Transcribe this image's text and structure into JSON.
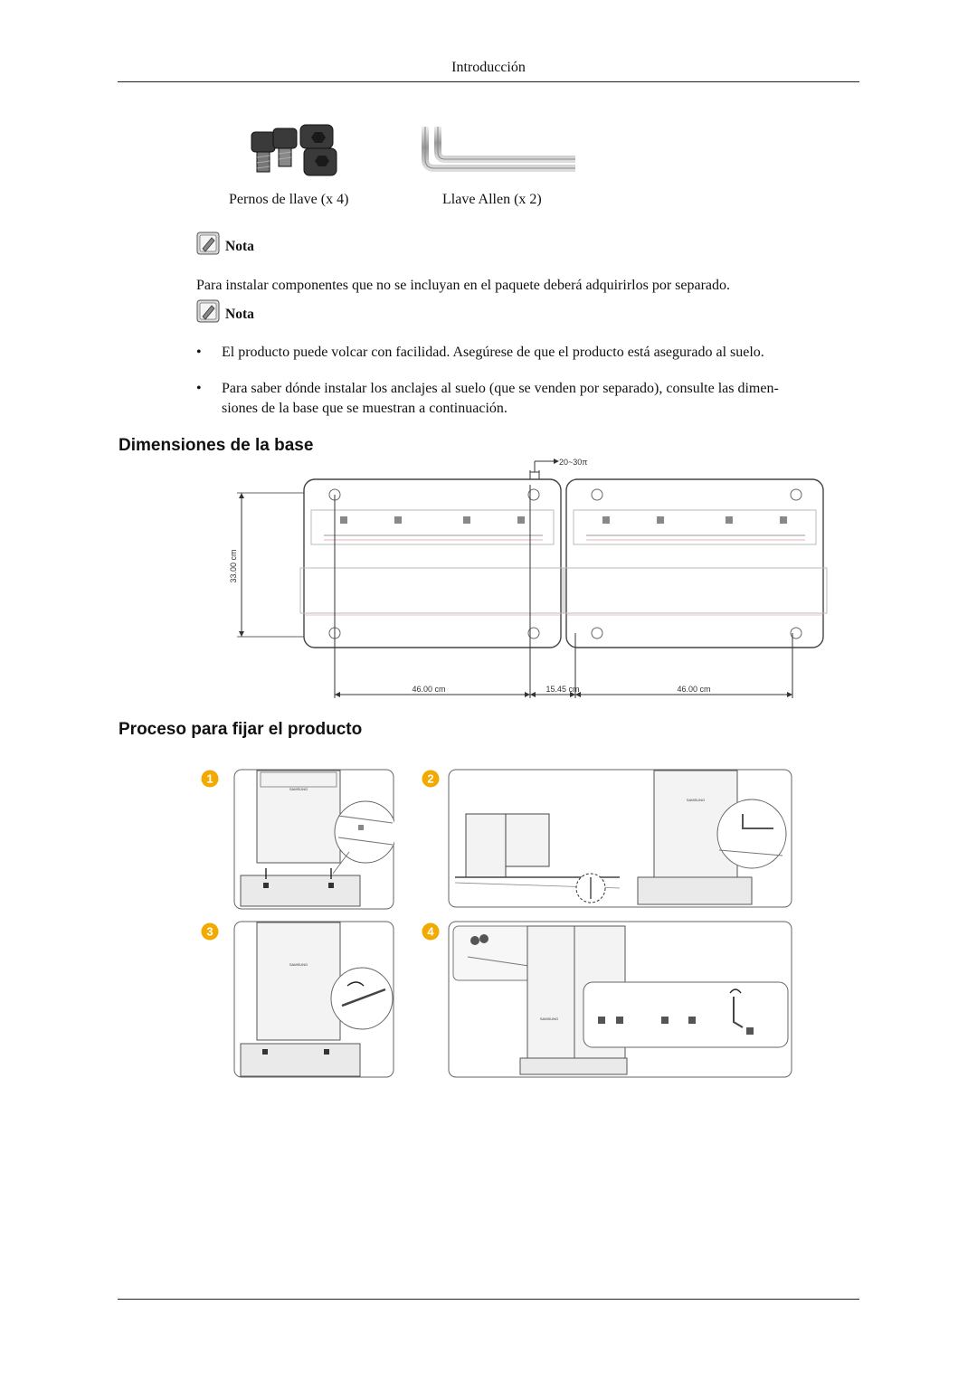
{
  "header": {
    "title": "Introducción"
  },
  "hardware": {
    "bolts_caption": "Pernos de llave (x 4)",
    "allen_caption": "Llave Allen (x 2)"
  },
  "note1": {
    "label": "Nota",
    "text": "Para instalar componentes que no se incluyan en el paquete deberá adquirirlos por separado."
  },
  "note2": {
    "label": "Nota",
    "bullets": [
      {
        "line1": "El producto puede volcar con facilidad. Asegúrese de que el producto está asegurado al suelo.",
        "line2": ""
      },
      {
        "line1": "Para saber dónde instalar los anclajes al suelo (que se venden por separado), consulte las dimen-",
        "line2": "siones de la base que se muestran a continuación."
      }
    ],
    "bullet_char": "•"
  },
  "sections": {
    "dimensions_title": "Dimensiones de la base",
    "process_title": "Proceso para fijar el producto"
  },
  "dimensions": {
    "depth": "33.00 cm",
    "gap": "20~30π",
    "width_left": "46.00 cm",
    "width_center": "15.45 cm",
    "width_right": "46.00 cm"
  },
  "steps": [
    {
      "number": "1",
      "brand": "SAMSUNG"
    },
    {
      "number": "2",
      "brand": "SAMSUNG"
    },
    {
      "number": "3",
      "brand": "SAMSUNG"
    },
    {
      "number": "4",
      "brand": "SAMSUNG"
    }
  ],
  "colors": {
    "step_badge": "#f2a900",
    "text": "#111111",
    "rule": "#222222"
  }
}
